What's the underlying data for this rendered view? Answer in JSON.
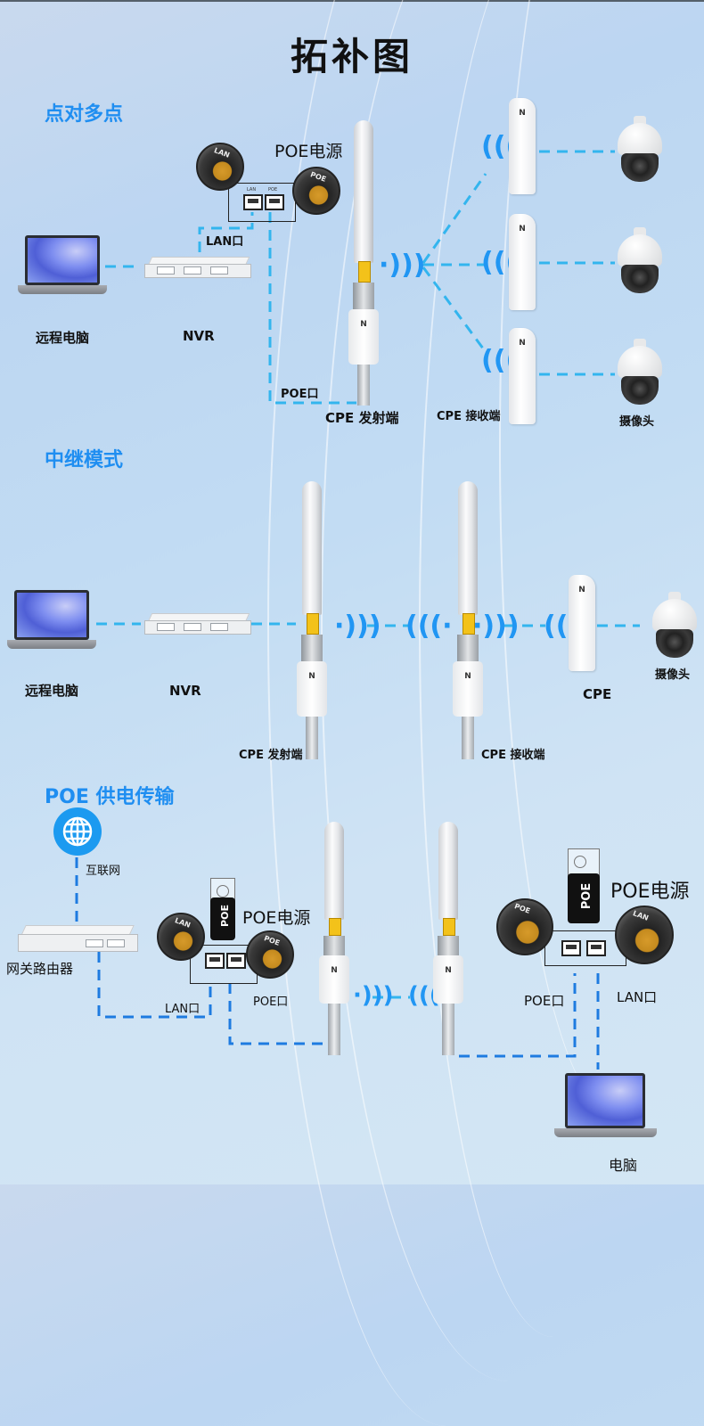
{
  "title": "拓补图",
  "colors": {
    "section_title": "#1f8ef1",
    "link_dashed": "#33b5ee",
    "link_poe": "#1e7be0",
    "signal": "#2196f3"
  },
  "sections": [
    {
      "heading": "点对多点",
      "labels": {
        "remote_pc": "远程电脑",
        "nvr": "NVR",
        "poe_power": "POE电源",
        "lan_port": "LAN口",
        "poe_port": "POE口",
        "cpe_tx": "CPE 发射端",
        "cpe_rx": "CPE 接收端",
        "camera": "摄像头"
      },
      "injector": {
        "port_lan": "LAN",
        "port_poe": "POE",
        "bubble_left": "LAN",
        "bubble_right": "POE"
      },
      "cpe_logo": "N",
      "receivers": 3,
      "cameras": 3
    },
    {
      "heading": "中继模式",
      "labels": {
        "remote_pc": "远程电脑",
        "nvr": "NVR",
        "cpe_tx": "CPE 发射端",
        "cpe_rx": "CPE 接收端",
        "cpe": "CPE",
        "camera": "摄像头"
      },
      "cpe_logo": "N"
    },
    {
      "heading": "POE 供电传输",
      "labels": {
        "internet": "互联网",
        "router": "网关路由器",
        "poe_power_left": "POE电源",
        "lan_port_left": "LAN口",
        "poe_port_left": "POE口",
        "poe_power_right": "POE电源",
        "poe_port_right": "POE口",
        "lan_port_right": "LAN口",
        "computer": "电脑"
      },
      "adapter_label": "POE",
      "injector_left": {
        "bubble_left": "LAN",
        "bubble_right": "POE"
      },
      "injector_right": {
        "bubble_left": "POE",
        "bubble_right": "LAN"
      },
      "cpe_logo": "N"
    }
  ],
  "icons": {
    "globe": "globe-icon",
    "wifi_out": "wifi-signal-right-icon",
    "wifi_in": "wifi-signal-left-icon",
    "outlet": "power-outlet-icon"
  }
}
